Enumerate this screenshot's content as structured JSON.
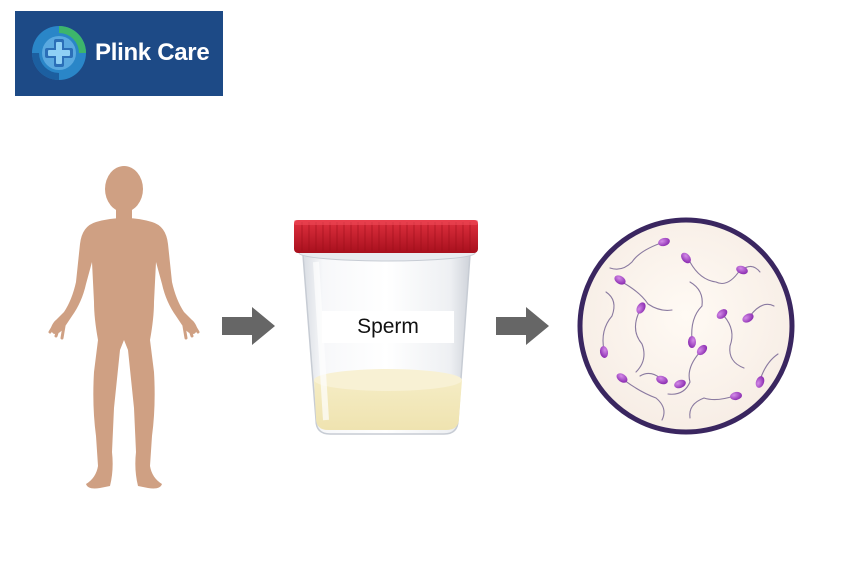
{
  "brand": {
    "name": "Plink Care",
    "logo_icon": "medical-cross-globe-icon",
    "background_color": "#1d4a86"
  },
  "diagram": {
    "steps": [
      {
        "id": "person",
        "icon": "human-silhouette-icon",
        "color": "#cfa083"
      },
      {
        "id": "collection-cup",
        "icon": "specimen-cup-icon",
        "label": "Sperm",
        "cap_color": "#c8182a",
        "sample_color": "#f3e9bf"
      },
      {
        "id": "microscope-view",
        "icon": "magnified-sperm-cells-icon",
        "ring_color": "#3a2660",
        "cell_color": "#9b3fc2"
      }
    ],
    "connector_icon": "right-arrow-icon",
    "connector_color": "#666666"
  }
}
